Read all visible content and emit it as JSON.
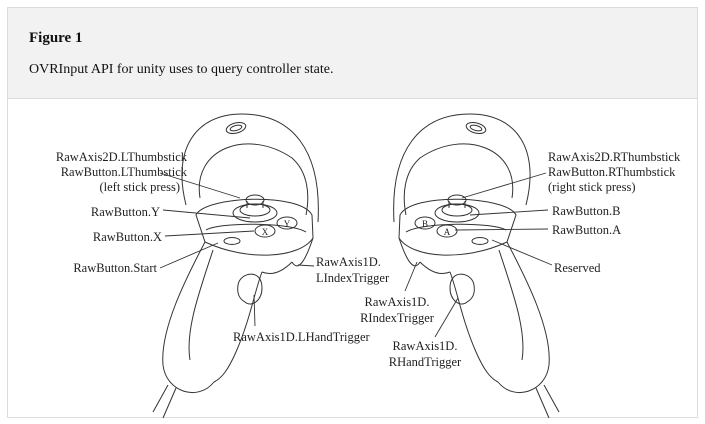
{
  "figure": {
    "title": "Figure 1",
    "caption": "OVRInput API for unity uses to query controller state."
  },
  "left_controller": {
    "labels": {
      "thumbstick_axis": "RawAxis2D.LThumbstick",
      "thumbstick_button": "RawButton.LThumbstick",
      "thumbstick_note": "(left stick press)",
      "button_y": "RawButton.Y",
      "button_x": "RawButton.X",
      "button_start": "RawButton.Start",
      "index_trigger_1": "RawAxis1D.",
      "index_trigger_2": "LIndexTrigger",
      "hand_trigger": "RawAxis1D.LHandTrigger"
    },
    "button_letters": {
      "x": "X",
      "y": "Y"
    }
  },
  "right_controller": {
    "labels": {
      "thumbstick_axis": "RawAxis2D.RThumbstick",
      "thumbstick_button": "RawButton.RThumbstick",
      "thumbstick_note": "(right stick press)",
      "button_b": "RawButton.B",
      "button_a": "RawButton.A",
      "reserved": "Reserved",
      "index_trigger_1": "RawAxis1D.",
      "index_trigger_2": "RIndexTrigger",
      "hand_trigger_1": "RawAxis1D.",
      "hand_trigger_2": "RHandTrigger"
    },
    "button_letters": {
      "b": "B",
      "a": "A"
    }
  }
}
